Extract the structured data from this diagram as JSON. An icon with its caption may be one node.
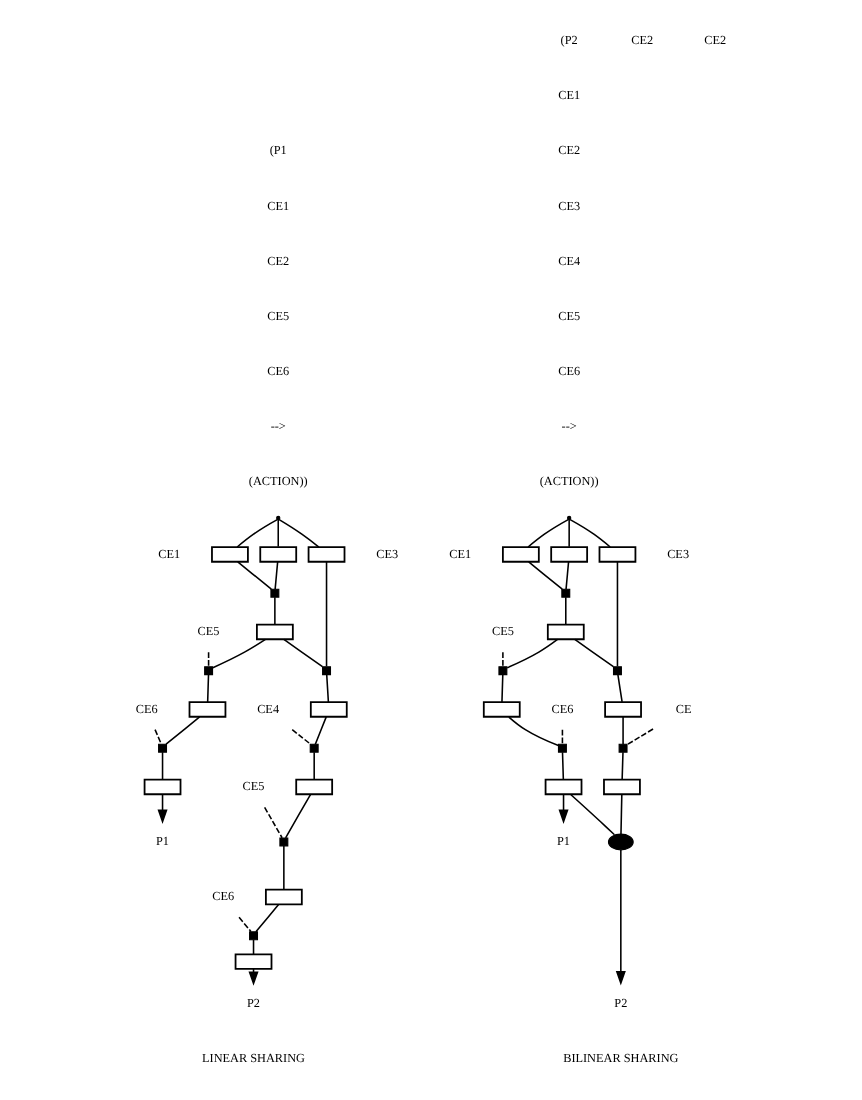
{
  "diagram": {
    "nodes": [
      {
        "text": [],
        "shape": "point"
      },
      {
        "text": [],
        "shape": "box"
      },
      {
        "text": [],
        "shape": "box"
      },
      {
        "text": [],
        "shape": "box"
      },
      {
        "text": [],
        "shape": "square"
      },
      {
        "text": [],
        "shape": "box"
      },
      {
        "text": [
          "CE5"
        ]
      },
      {
        "text": [],
        "shape": "square"
      },
      {
        "text": [],
        "shape": "square"
      },
      {
        "text": [],
        "shape": "box"
      },
      {
        "text": [],
        "shape": "box"
      },
      {
        "text": [
          "CE6"
        ]
      },
      {
        "text": [],
        "shape": "square"
      },
      {
        "text": [
          "CE4"
        ]
      },
      {
        "text": [],
        "shape": "square"
      },
      {
        "text": [],
        "shape": "box"
      },
      {
        "text": [],
        "shape": "box"
      },
      {
        "text": [
          "P1"
        ]
      },
      {
        "text": [
          "CE5"
        ]
      },
      {
        "text": [],
        "shape": "square"
      },
      {
        "text": [],
        "shape": "box"
      },
      {
        "text": [
          "CE6"
        ]
      },
      {
        "text": [],
        "shape": "square"
      },
      {
        "text": [],
        "shape": "box"
      },
      {
        "text": [
          "P2"
        ]
      },
      {
        "text": [],
        "shape": "point"
      },
      {
        "text": [],
        "shape": "box"
      },
      {
        "text": [],
        "shape": "box"
      },
      {
        "text": [],
        "shape": "box"
      },
      {
        "text": [],
        "shape": "square"
      },
      {
        "text": [],
        "shape": "box"
      },
      {
        "text": [
          "CE5"
        ]
      },
      {
        "text": [],
        "shape": "square"
      },
      {
        "text": [],
        "shape": "square"
      },
      {
        "text": [],
        "shape": "box"
      },
      {
        "text": [],
        "shape": "box"
      },
      {
        "text": [
          "CE6"
        ]
      },
      {
        "text": [],
        "shape": "square"
      },
      {
        "text": [
          "CE"
        ]
      },
      {
        "text": [],
        "shape": "square"
      },
      {
        "text": [],
        "shape": "box"
      },
      {
        "text": [],
        "shape": "box"
      },
      {
        "text": [],
        "shape": "ellipse"
      },
      {
        "text": [
          "P1"
        ]
      },
      {
        "text": [
          "P2"
        ]
      }
    ],
    "edges": [
      {
        "from": 0,
        "to": 1,
        "arrow": "none"
      },
      {
        "from": 0,
        "to": 2,
        "arrow": "none"
      },
      {
        "from": 0,
        "to": 3,
        "arrow": "none"
      },
      {
        "from": 1,
        "to": 4,
        "arrow": "none"
      },
      {
        "from": 2,
        "to": 4,
        "arrow": "none"
      },
      {
        "from": 4,
        "to": 5,
        "arrow": "none"
      },
      {
        "from": 5,
        "to": 7,
        "arrow": "none"
      },
      {
        "from": 5,
        "to": 8,
        "arrow": "none"
      },
      {
        "from": 3,
        "to": 8,
        "arrow": "none"
      },
      {
        "from": 6,
        "to": 7,
        "arrow": "none",
        "style": "dashed"
      },
      {
        "from": 7,
        "to": 9,
        "arrow": "none"
      },
      {
        "from": 8,
        "to": 10,
        "arrow": "none"
      },
      {
        "from": 9,
        "to": 12,
        "arrow": "none"
      },
      {
        "from": 11,
        "to": 12,
        "arrow": "none",
        "style": "dashed"
      },
      {
        "from": 12,
        "to": 15,
        "arrow": "none"
      },
      {
        "from": 15,
        "to": 17,
        "arrow": "to"
      },
      {
        "from": 10,
        "to": 14,
        "arrow": "none"
      },
      {
        "from": 13,
        "to": 14,
        "arrow": "none",
        "style": "dashed"
      },
      {
        "from": 14,
        "to": 16,
        "arrow": "none"
      },
      {
        "from": 16,
        "to": 19,
        "arrow": "none"
      },
      {
        "from": 18,
        "to": 19,
        "arrow": "none",
        "style": "dashed"
      },
      {
        "from": 19,
        "to": 20,
        "arrow": "none"
      },
      {
        "from": 20,
        "to": 22,
        "arrow": "none"
      },
      {
        "from": 21,
        "to": 22,
        "arrow": "none",
        "style": "dashed"
      },
      {
        "from": 22,
        "to": 23,
        "arrow": "none"
      },
      {
        "from": 23,
        "to": 24,
        "arrow": "to"
      },
      {
        "from": 25,
        "to": 26,
        "arrow": "none"
      },
      {
        "from": 25,
        "to": 27,
        "arrow": "none"
      },
      {
        "from": 25,
        "to": 28,
        "arrow": "none"
      },
      {
        "from": 26,
        "to": 29,
        "arrow": "none"
      },
      {
        "from": 27,
        "to": 29,
        "arrow": "none"
      },
      {
        "from": 29,
        "to": 30,
        "arrow": "none"
      },
      {
        "from": 30,
        "to": 32,
        "arrow": "none"
      },
      {
        "from": 30,
        "to": 33,
        "arrow": "none"
      },
      {
        "from": 28,
        "to": 33,
        "arrow": "none"
      },
      {
        "from": 31,
        "to": 32,
        "arrow": "none",
        "style": "dashed"
      },
      {
        "from": 32,
        "to": 34,
        "arrow": "none"
      },
      {
        "from": 33,
        "to": 35,
        "arrow": "none"
      },
      {
        "from": 34,
        "to": 37,
        "arrow": "none"
      },
      {
        "from": 36,
        "to": 37,
        "arrow": "none",
        "style": "dashed"
      },
      {
        "from": 37,
        "to": 40,
        "arrow": "none"
      },
      {
        "from": 35,
        "to": 39,
        "arrow": "none"
      },
      {
        "from": 38,
        "to": 39,
        "arrow": "none",
        "style": "dashed"
      },
      {
        "from": 39,
        "to": 41,
        "arrow": "none"
      },
      {
        "from": 40,
        "to": 43,
        "arrow": "to"
      },
      {
        "from": 40,
        "to": 42,
        "arrow": "none"
      },
      {
        "from": 41,
        "to": 42,
        "arrow": "none"
      },
      {
        "from": 42,
        "to": 44,
        "arrow": "to"
      }
    ],
    "labels": [
      "(P1",
      "CE1",
      "CE2",
      "CE5",
      "CE6",
      "-->",
      "(ACTION))",
      "(P2",
      "CE1",
      "CE2",
      "CE3",
      "CE4",
      "CE5",
      "CE6",
      "-->",
      "(ACTION))",
      "CE1",
      "CE2",
      "CE3",
      "CE1",
      "CE2",
      "CE3",
      "LINEAR SHARING",
      "BILINEAR SHARING"
    ]
  }
}
